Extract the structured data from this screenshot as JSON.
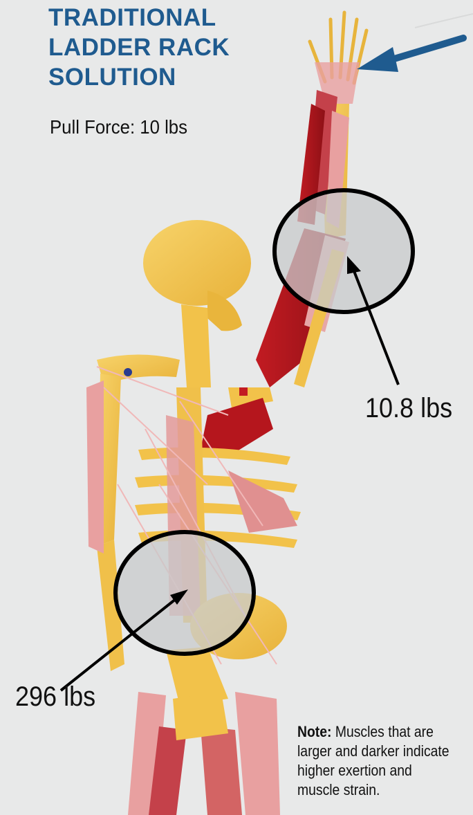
{
  "heading": {
    "title": "TRADITIONAL\nLADDER RACK\nSOLUTION",
    "pull_force": "Pull Force: 10 lbs"
  },
  "callouts": {
    "elbow": "10.8 lbs",
    "lower_back": "296 lbs"
  },
  "note": {
    "label": "Note:",
    "text": " Muscles that are larger and darker indicate higher exertion and muscle strain."
  },
  "colors": {
    "title": "#1f5b8f",
    "arrow": "#1f5b8f",
    "bone": "#f2c24a",
    "muscle_light": "#e8a0a0",
    "muscle_dark": "#a8141c",
    "highlight_circle": "#c8cacb"
  }
}
